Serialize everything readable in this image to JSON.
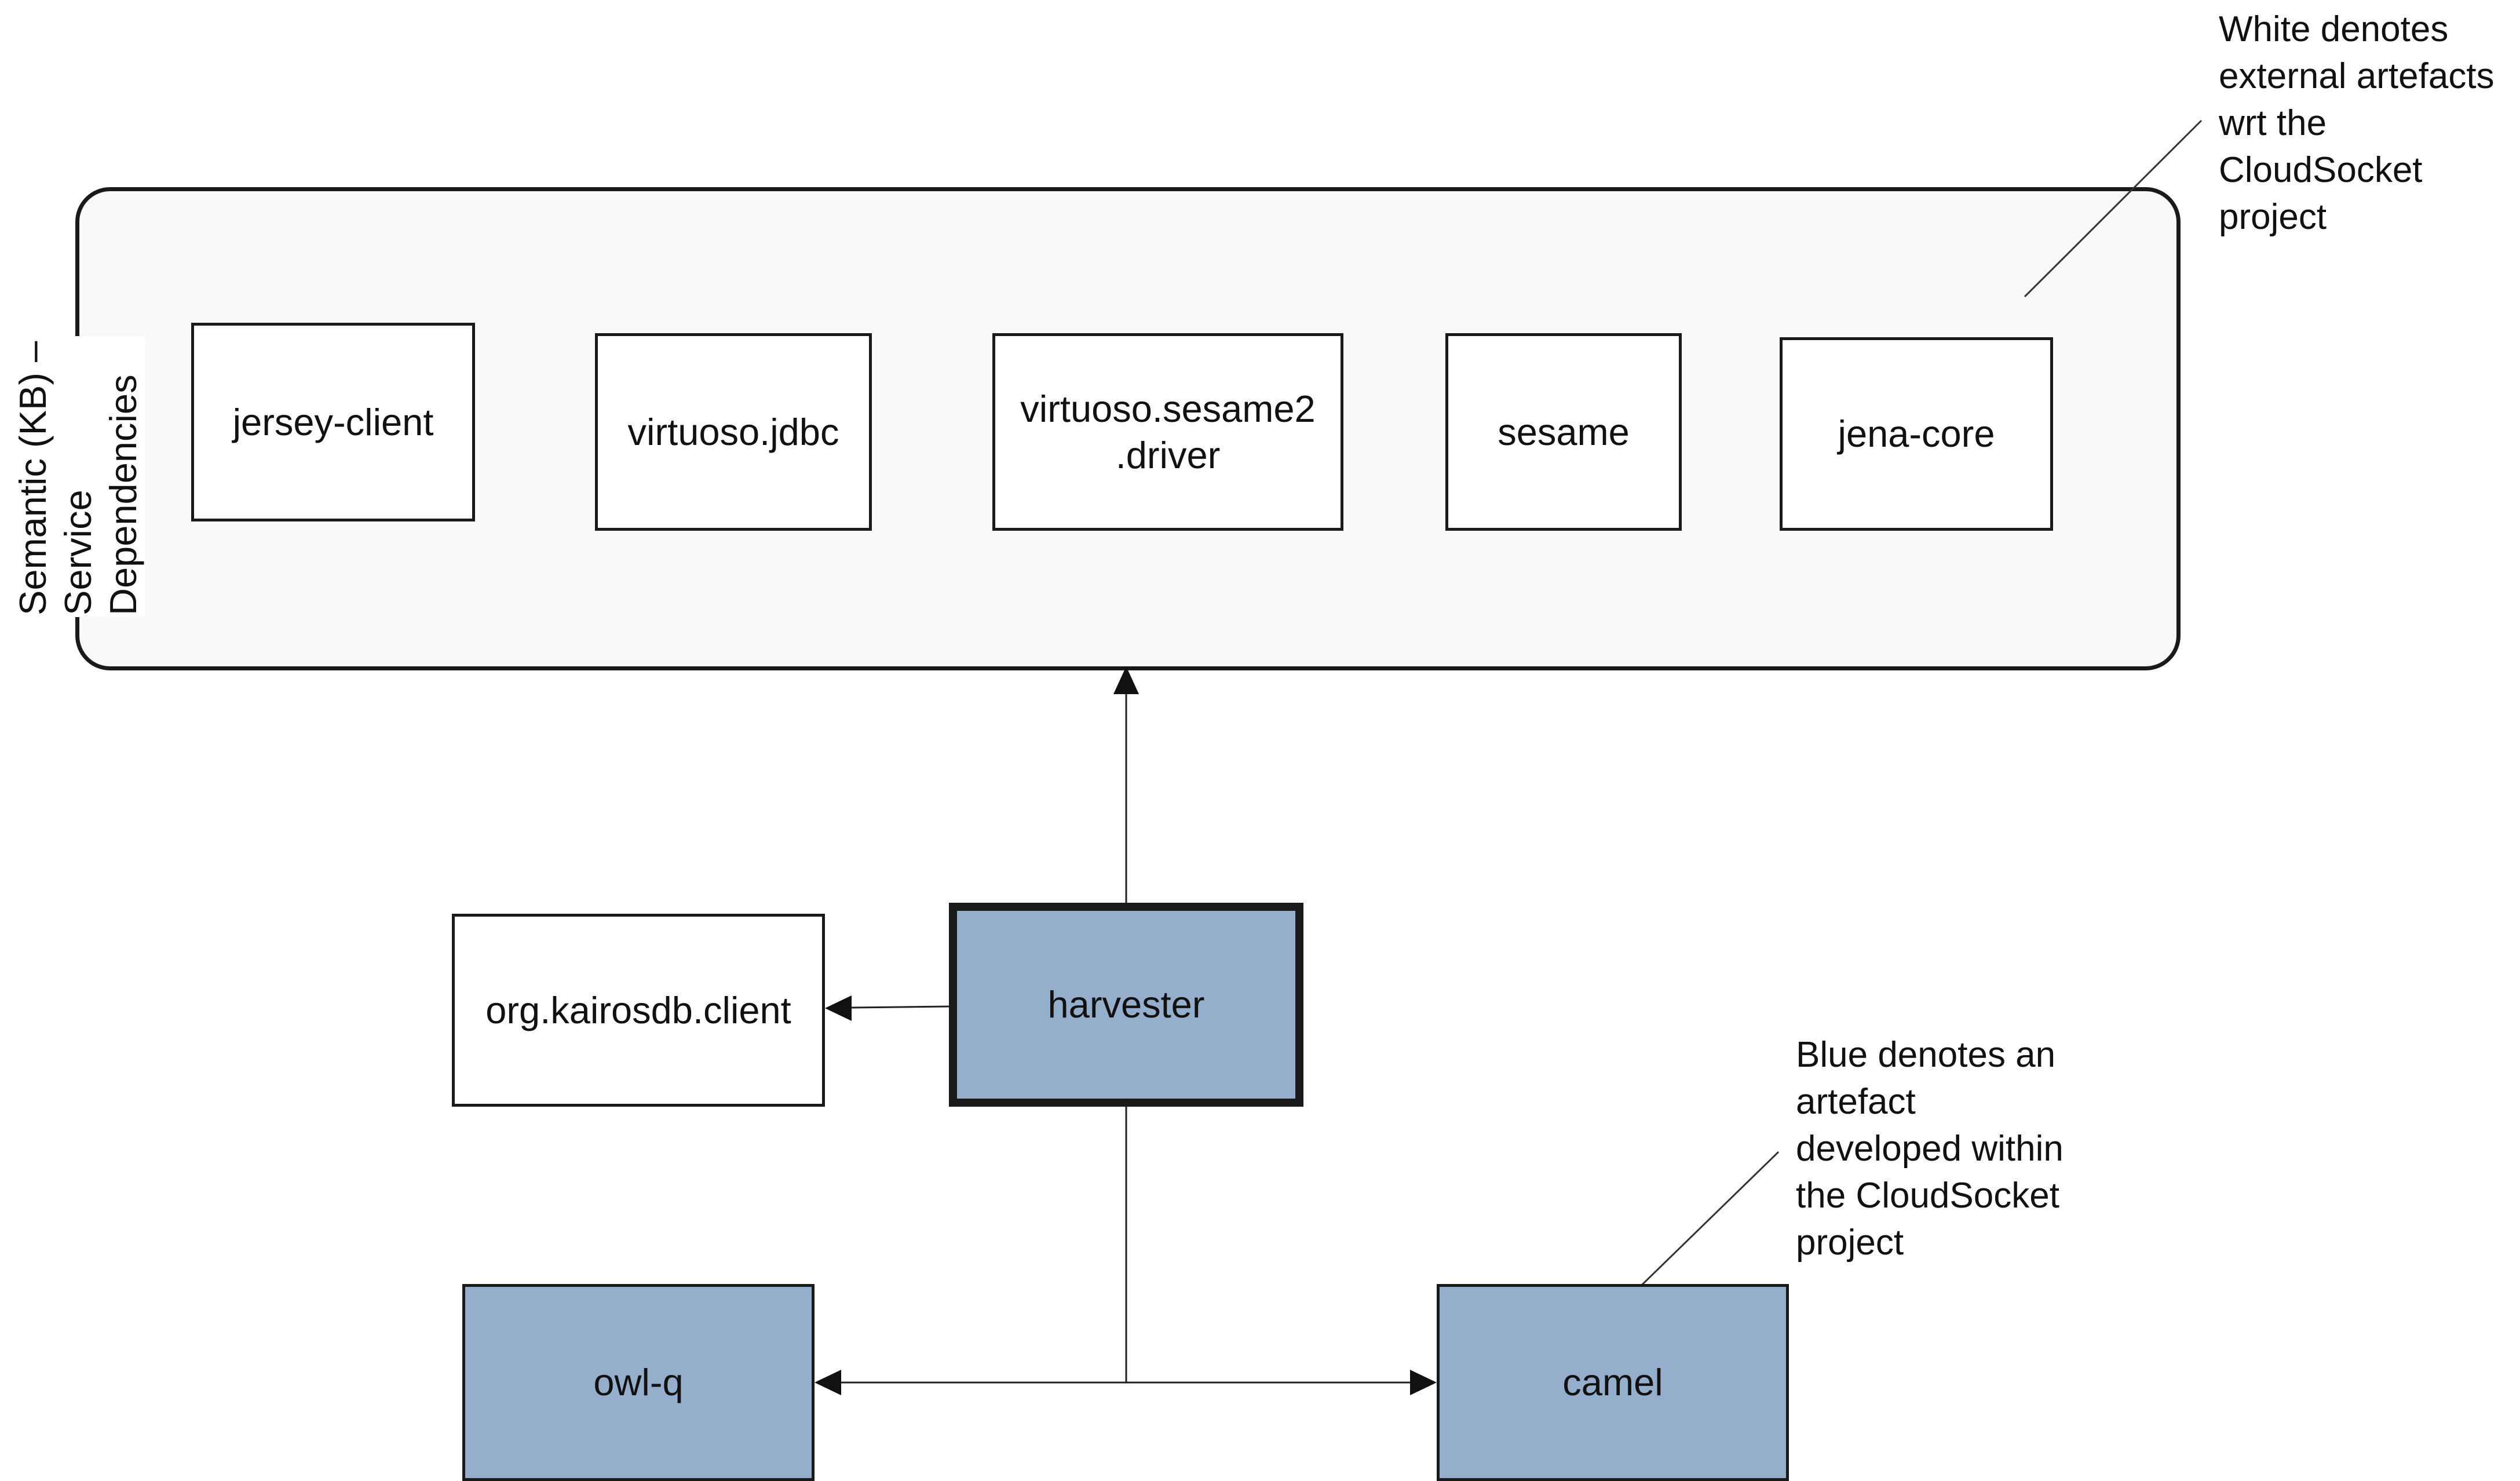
{
  "group": {
    "label_lines": [
      "Semantic (KB) –",
      "Service",
      "Dependencies"
    ],
    "items": [
      "jersey-client",
      "virtuoso.jdbc",
      "virtuoso.sesame2\n.driver",
      "sesame",
      "jena-core"
    ]
  },
  "nodes": {
    "harvester": "harvester",
    "kairos": "org.kairosdb.client",
    "owlq": "owl-q",
    "camel": "camel"
  },
  "notes": {
    "white": [
      "White denotes",
      "external artefacts",
      "wrt the",
      "CloudSocket",
      "project"
    ],
    "blue": [
      "Blue denotes an",
      "artefact",
      "developed within",
      "the CloudSocket",
      "project"
    ]
  },
  "colors": {
    "internal_artefact": "#95aecc",
    "external_artefact": "#ffffff",
    "group_background": "#f9f9f9"
  }
}
